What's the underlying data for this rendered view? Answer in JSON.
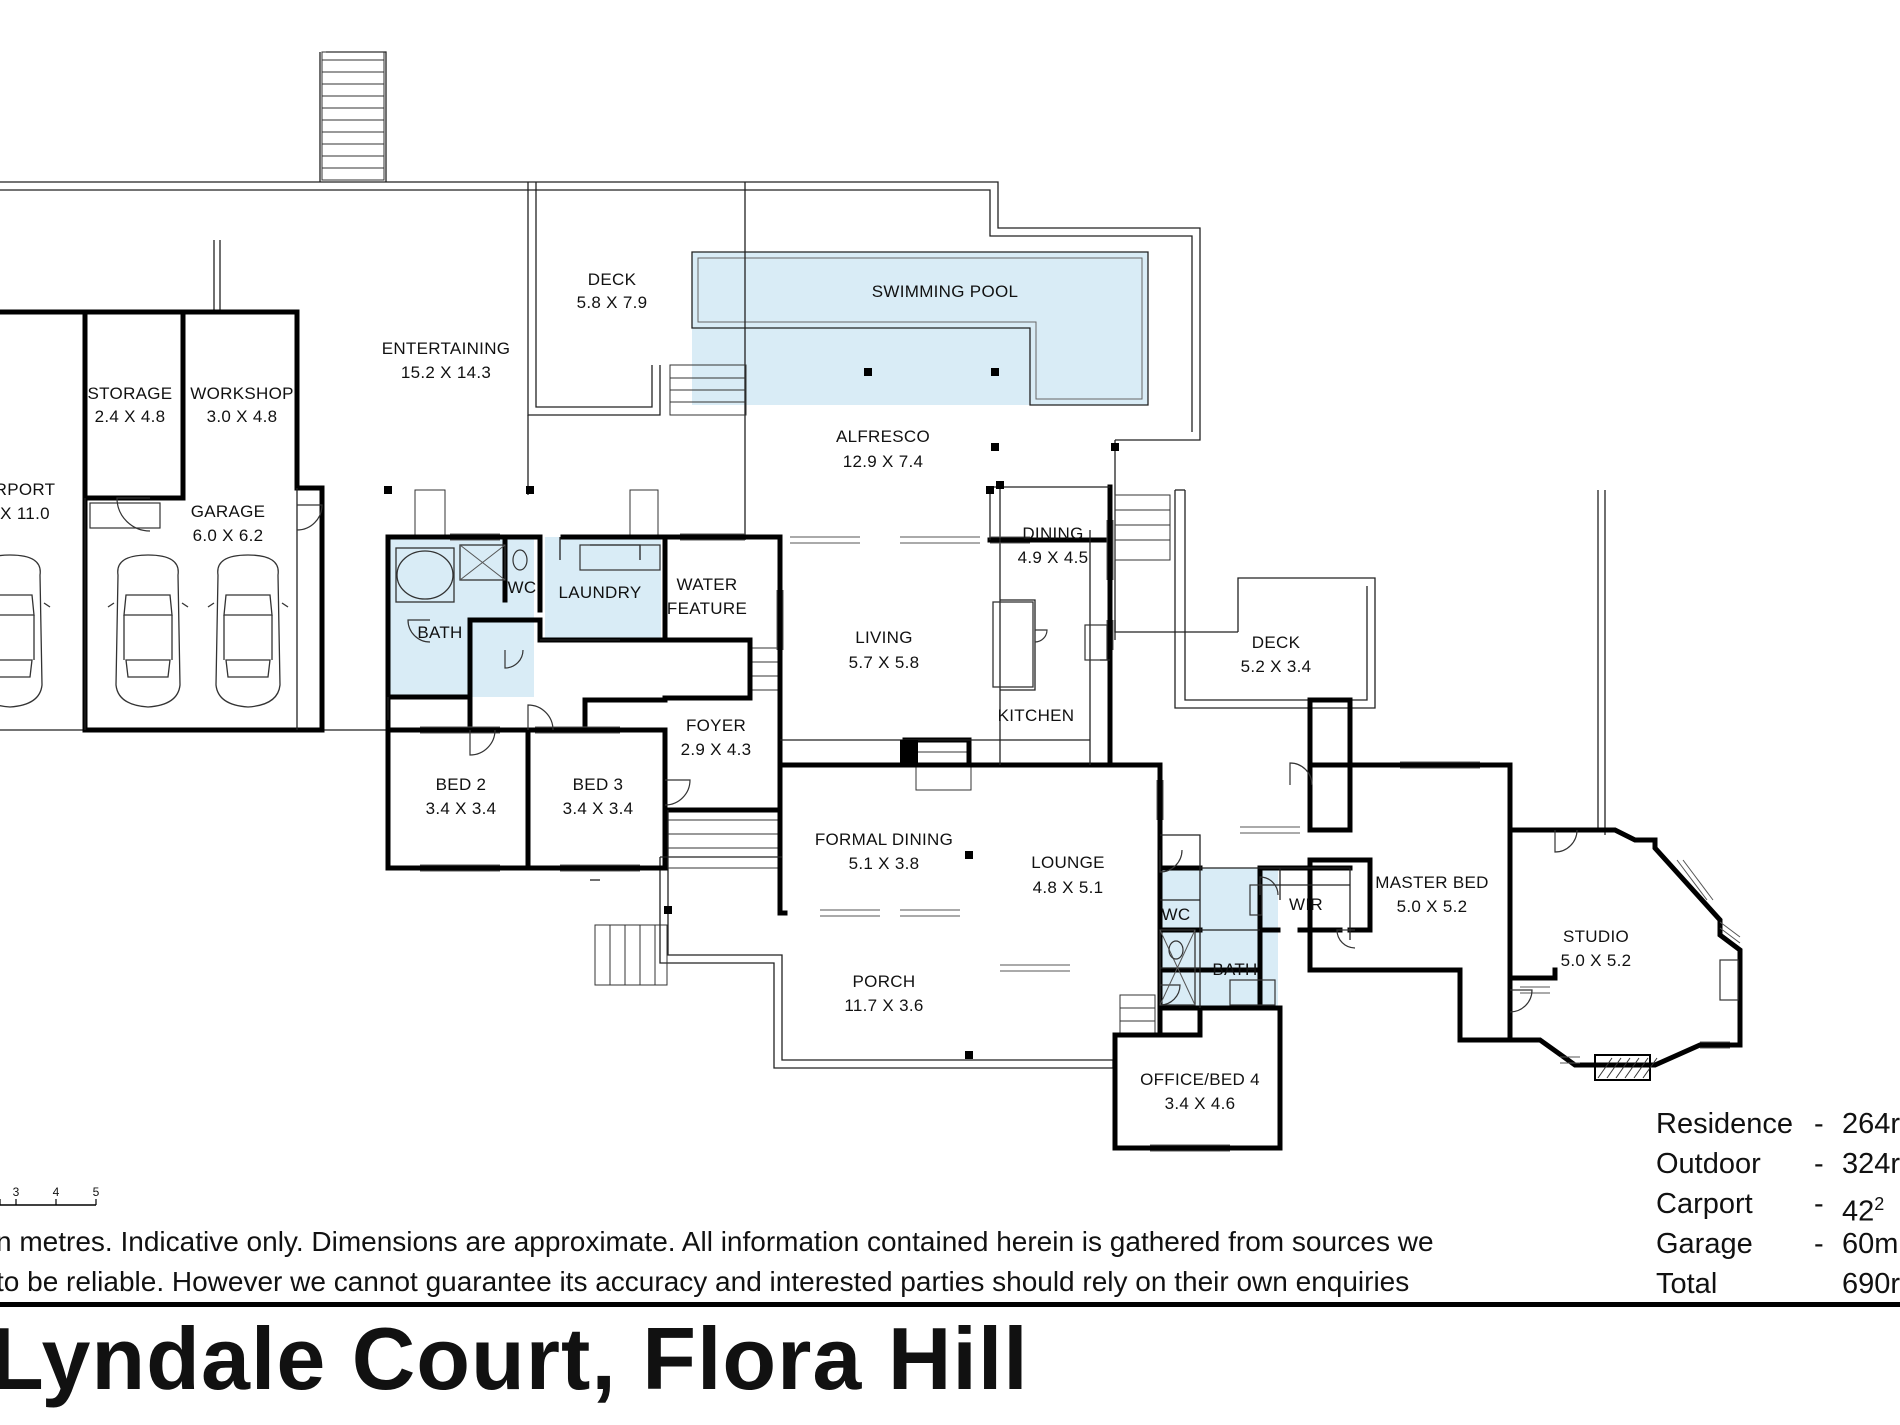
{
  "rooms": {
    "deck_upper": {
      "name": "DECK",
      "dims": "5.8 X 7.9"
    },
    "swimming_pool": {
      "name": "SWIMMING POOL"
    },
    "entertaining": {
      "name": "ENTERTAINING",
      "dims": "15.2 X 14.3"
    },
    "storage": {
      "name": "STORAGE",
      "dims": "2.4 X 4.8"
    },
    "workshop": {
      "name": "WORKSHOP",
      "dims": "3.0 X 4.8"
    },
    "carport": {
      "name": "RPORT",
      "dims": "X 11.0"
    },
    "garage": {
      "name": "GARAGE",
      "dims": "6.0 X 6.2"
    },
    "alfresco": {
      "name": "ALFRESCO",
      "dims": "12.9 X 7.4"
    },
    "dining": {
      "name": "DINING",
      "dims": "4.9 X 4.5"
    },
    "wc1": {
      "name": "WC"
    },
    "laundry": {
      "name": "LAUNDRY"
    },
    "water_feature": {
      "name1": "WATER",
      "name2": "FEATURE"
    },
    "bath1": {
      "name": "BATH"
    },
    "living": {
      "name": "LIVING",
      "dims": "5.7 X 5.8"
    },
    "deck_right": {
      "name": "DECK",
      "dims": "5.2 X 3.4"
    },
    "kitchen": {
      "name": "KITCHEN"
    },
    "foyer": {
      "name": "FOYER",
      "dims": "2.9 X 4.3"
    },
    "bed2": {
      "name": "BED 2",
      "dims": "3.4 X 3.4"
    },
    "bed3": {
      "name": "BED 3",
      "dims": "3.4 X 3.4"
    },
    "formal_dining": {
      "name": "FORMAL DINING",
      "dims": "5.1 X 3.8"
    },
    "lounge": {
      "name": "LOUNGE",
      "dims": "4.8 X 5.1"
    },
    "master_bed": {
      "name": "MASTER BED",
      "dims": "5.0 X 5.2"
    },
    "wir": {
      "name": "WIR"
    },
    "wc2": {
      "name": "WC"
    },
    "bath2": {
      "name": "BATH"
    },
    "studio": {
      "name": "STUDIO",
      "dims": "5.0 X 5.2"
    },
    "porch": {
      "name": "PORCH",
      "dims": "11.7 X 3.6"
    },
    "office": {
      "name": "OFFICE/BED 4",
      "dims": "3.4 X 4.6"
    }
  },
  "scale_bar": {
    "ticks": [
      "3",
      "4",
      "5"
    ]
  },
  "disclaimer": {
    "line1": "n metres. Indicative only. Dimensions are approximate. All information contained herein is gathered from sources we",
    "line2": "to be reliable. However we cannot guarantee its accuracy and interested parties should rely on their own enquiries"
  },
  "areas": [
    {
      "label": "Residence",
      "dash": "-",
      "value": "264r"
    },
    {
      "label": "Outdoor",
      "dash": "-",
      "value": "324r"
    },
    {
      "label": "Carport",
      "dash": "-",
      "value": "42",
      "sup": "2"
    },
    {
      "label": "Garage",
      "dash": "-",
      "value": "60m"
    },
    {
      "label": "Total",
      "dash": "",
      "value": "690r"
    }
  ],
  "address": "Lyndale Court, Flora Hill"
}
